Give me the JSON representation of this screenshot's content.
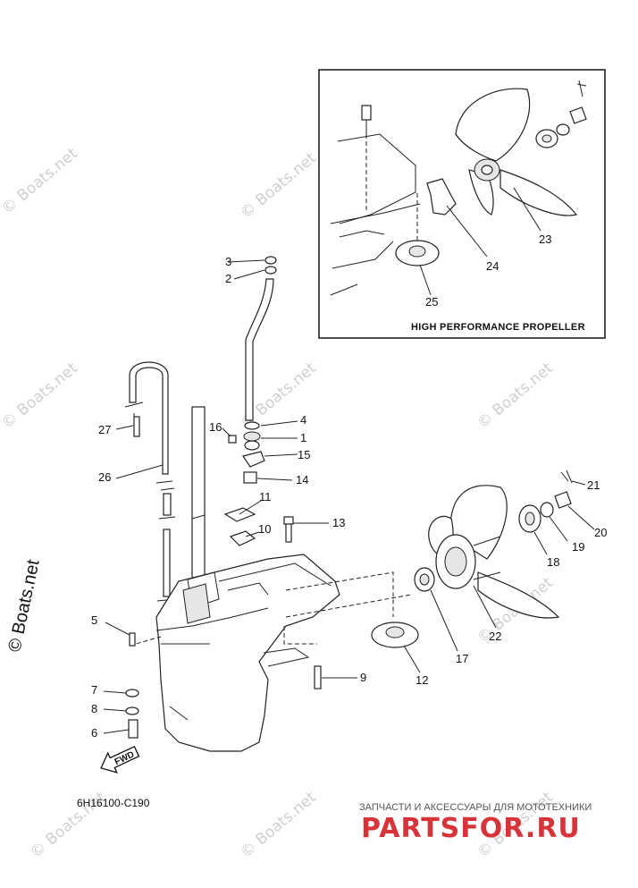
{
  "diagram": {
    "code": "6H16100-C190",
    "inset_title": "HIGH PERFORMANCE PROPELLER",
    "fwd_label": "FWD",
    "watermark_text": "© Boats.net",
    "site_tagline": "ЗАПЧАСТИ И АКСЕССУАРЫ ДЛЯ МОТОТЕХНИКИ",
    "site_name": "PARTSFOR.RU",
    "colors": {
      "site_red": "#d9333a",
      "watermark": "#cfcfcf",
      "line": "#222222"
    },
    "callouts": [
      "1",
      "2",
      "3",
      "4",
      "5",
      "6",
      "7",
      "8",
      "9",
      "10",
      "11",
      "12",
      "13",
      "14",
      "15",
      "16",
      "17",
      "18",
      "19",
      "20",
      "21",
      "22",
      "23",
      "24",
      "25",
      "26",
      "27"
    ]
  }
}
